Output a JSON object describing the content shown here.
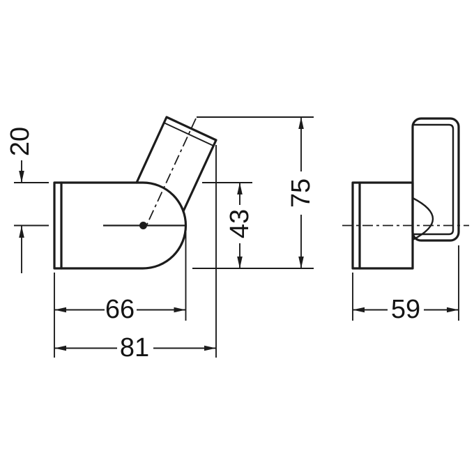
{
  "colors": {
    "line": "#1c1c1c",
    "background": "#ffffff"
  },
  "dimensions": {
    "pivot_offset": "20",
    "total_height": "75",
    "body_height": "43",
    "body_width": "66",
    "total_width": "81",
    "depth": "59"
  }
}
